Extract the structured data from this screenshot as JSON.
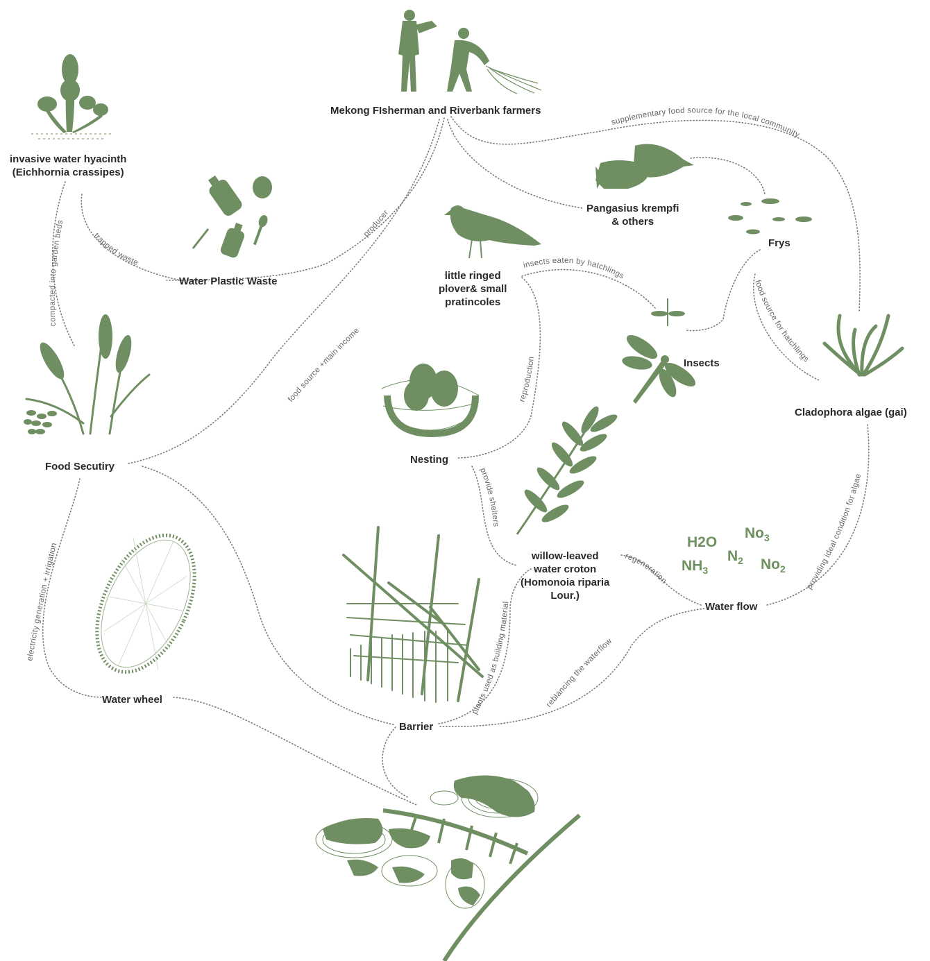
{
  "colors": {
    "green": "#6f8f62",
    "chem_green": "#6e9160",
    "text": "#2a2a2a",
    "edge_text": "#666666",
    "dotted_line": "#7a7a7a"
  },
  "nodes": {
    "fishermen": "Mekong FIsherman and Riverbank farmers",
    "hyacinth_line1": "invasive water hyacinth",
    "hyacinth_line2": "(Eichhornia crassipes)",
    "plastic": "Water Plastic Waste",
    "plover_line1": "little ringed",
    "plover_line2": "plover& small",
    "plover_line3": "pratincoles",
    "pangasius_line1": "Pangasius krempfi",
    "pangasius_line2": "& others",
    "frys": "Frys",
    "insects": "Insects",
    "algae": "Cladophora algae (gai)",
    "food": "Food Secutiry",
    "nesting": "Nesting",
    "croton_line1": "willow-leaved",
    "croton_line2": "water croton",
    "croton_line3": "(Homonoia riparia",
    "croton_line4": "Lour.)",
    "waterflow": "Water flow",
    "waterwheel": "Water wheel",
    "barrier": "Barrier"
  },
  "chemicals": {
    "h2o": "H2O",
    "no3_base": "No",
    "no3_sub": "3",
    "nh3_base": "NH",
    "nh3_sub": "3",
    "n2_base": "N",
    "n2_sub": "2",
    "no2_base": "No",
    "no2_sub": "2"
  },
  "edges": {
    "supplementary": "supplementary food source for the local community",
    "producer": "producer",
    "trapped_waste": "trapped waste",
    "compacted": "compacted into garden beds",
    "food_income": "food source +main income",
    "insects_eaten": "insects eaten by hatchlings",
    "reproduction": "reproduction",
    "food_hatchlings": "food source for hatchlings",
    "ideal_condition": "providing ideal condition for algae",
    "shelters": "provide shelters",
    "regeneration": "regeneration",
    "electricity": "electricity generation + irrigation",
    "building_material": "plants used as building material",
    "rebalancing": "reblancing the waterflow"
  },
  "icons": [
    "farmers-icon",
    "water-hyacinth-icon",
    "plastic-waste-icon",
    "plover-bird-icon",
    "catfish-icon",
    "fry-fish-icon",
    "small-insect-icon",
    "dragonfly-icon",
    "algae-icon",
    "rice-plant-icon",
    "nest-icon",
    "willow-branch-icon",
    "water-wheel-icon",
    "bamboo-barrier-icon",
    "landscape-map-icon"
  ]
}
